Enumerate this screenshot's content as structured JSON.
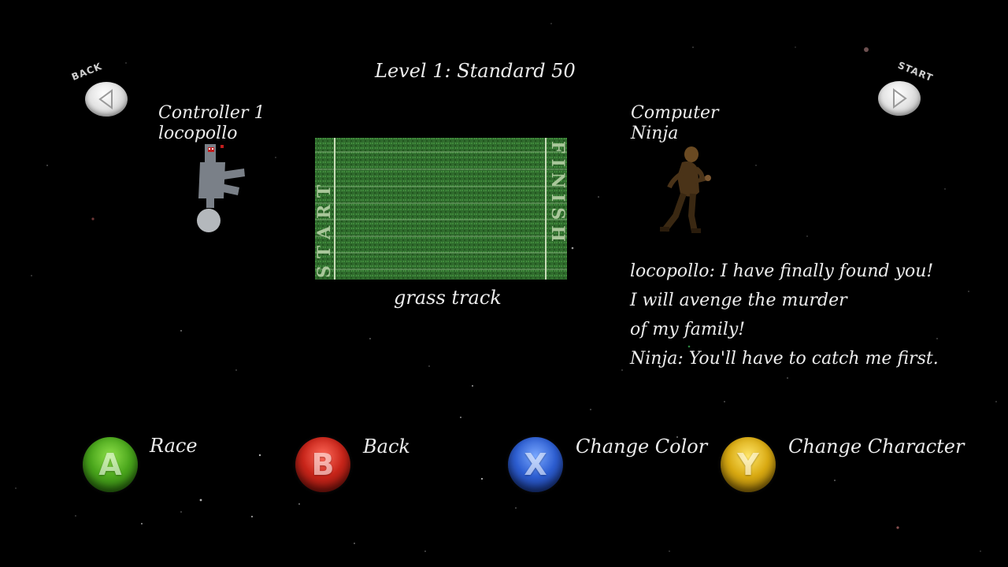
{
  "nav": {
    "back_label": "BACK",
    "start_label": "START"
  },
  "level_title": "Level 1: Standard 50",
  "player1": {
    "label_line1": "Controller 1",
    "label_line2": "locopollo"
  },
  "player2": {
    "label_line1": "Computer",
    "label_line2": "Ninja"
  },
  "track": {
    "name": "grass track",
    "start_text": "START",
    "finish_text": "FINISH"
  },
  "dialog": {
    "lines": [
      "locopollo: I have finally found you!",
      "I will avenge the murder",
      "of my family!",
      "Ninja: You'll have to catch me first."
    ]
  },
  "controls": [
    {
      "letter": "A",
      "label": "Race",
      "color": "#4aa61c"
    },
    {
      "letter": "B",
      "label": "Back",
      "color": "#c8251a"
    },
    {
      "letter": "X",
      "label": "Change Color",
      "color": "#2d5ed1"
    },
    {
      "letter": "Y",
      "label": "Change Character",
      "color": "#d9aa12"
    }
  ]
}
